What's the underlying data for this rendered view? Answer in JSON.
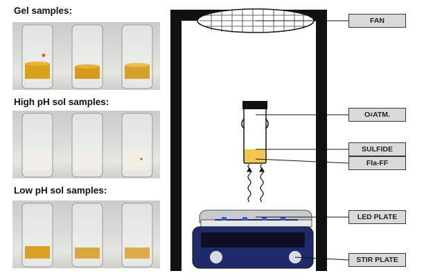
{
  "samples": [
    {
      "title": "Gel samples:"
    },
    {
      "title": "High pH sol samples:"
    },
    {
      "title": "Low pH sol samples:"
    }
  ],
  "labels": {
    "fan": "FAN",
    "o2_main": "O",
    "o2_sub": "2",
    "o2_rest": " ATM.",
    "sulfide": "SULFIDE",
    "fla_ff": "Fla-FF",
    "led_plate": "LED PLATE",
    "stir_plate": "STIR PLATE"
  },
  "colors": {
    "frame": "#111111",
    "stir_plate_body": "#1f2a6b",
    "stir_plate_panel": "#0d0f24",
    "led_dot": "#2c5fd6",
    "fla_ff_solution": "#f2c94c",
    "callout_fill": "#dadada"
  }
}
